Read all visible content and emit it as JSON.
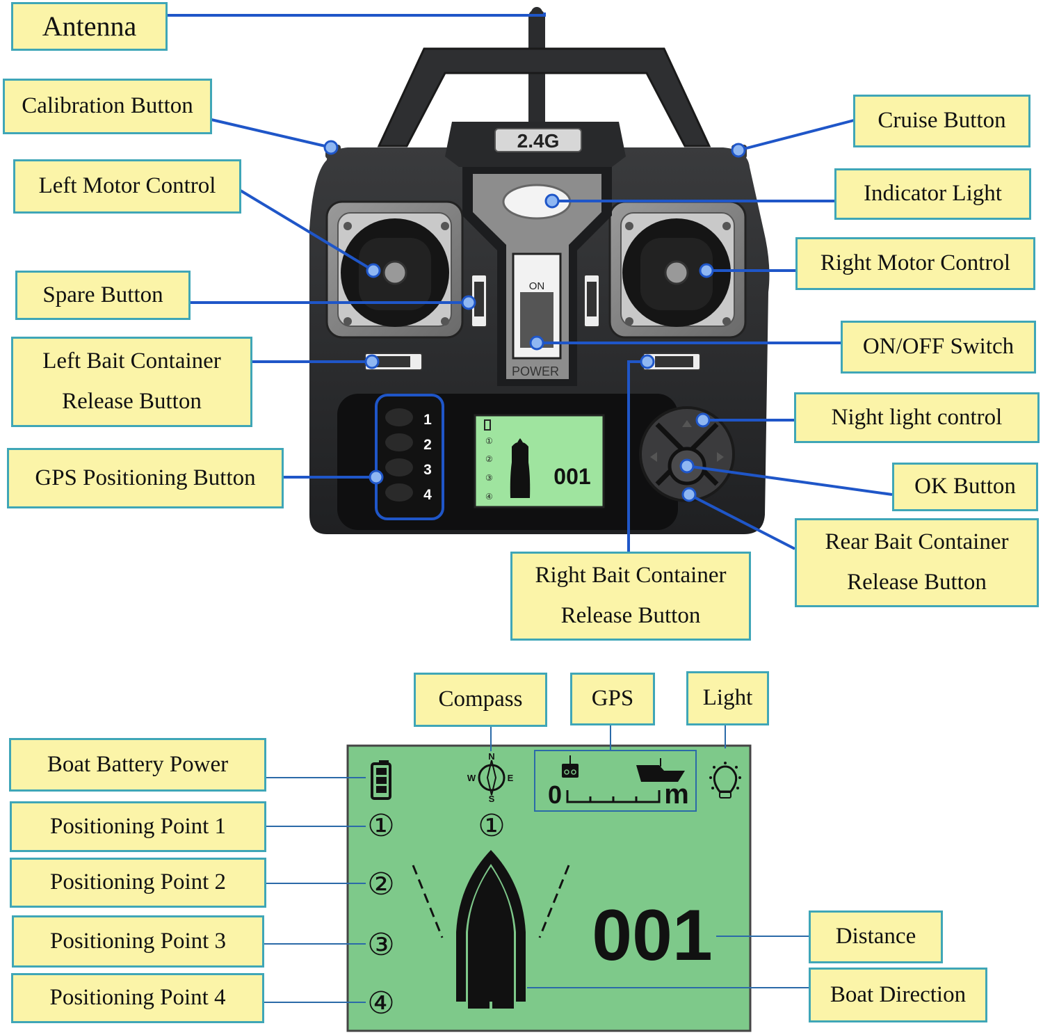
{
  "remote": {
    "band_badge": "2.4G",
    "switch_on": "ON",
    "switch_power": "POWER",
    "gps_numbers": [
      "1",
      "2",
      "3",
      "4"
    ],
    "mini_screen_distance": "001"
  },
  "callouts_top": {
    "antenna": "Antenna",
    "calibration_button": "Calibration Button",
    "left_motor_control": "Left Motor Control",
    "spare_button": "Spare Button",
    "left_bait_line1": "Left Bait Container",
    "left_bait_line2": "Release Button",
    "gps_positioning_button": "GPS Positioning Button",
    "cruise_button": "Cruise Button",
    "indicator_light": "Indicator Light",
    "right_motor_control": "Right Motor Control",
    "on_off_switch": "ON/OFF Switch",
    "night_light_control": "Night light control",
    "ok_button": "OK Button",
    "rear_bait_line1": "Rear Bait Container",
    "rear_bait_line2": "Release Button",
    "right_bait_line1": "Right Bait Container",
    "right_bait_line2": "Release Button"
  },
  "callouts_screen": {
    "compass": "Compass",
    "gps": "GPS",
    "light": "Light",
    "boat_battery_power": "Boat Battery Power",
    "positioning_point_1": "Positioning Point 1",
    "positioning_point_2": "Positioning Point 2",
    "positioning_point_3": "Positioning Point 3",
    "positioning_point_4": "Positioning Point 4",
    "distance": "Distance",
    "boat_direction": "Boat Direction"
  },
  "lcd": {
    "compass_n": "N",
    "compass_s": "S",
    "compass_w": "W",
    "compass_e": "E",
    "scale_zero": "0",
    "scale_unit": "m",
    "points": [
      "①",
      "②",
      "③",
      "④"
    ],
    "center_point": "①",
    "distance": "001"
  },
  "colors": {
    "label_fill": "#fbf4a8",
    "label_border": "#3fa6b7",
    "leader_line": "#1f56c8",
    "lcd_green": "#7ec98a"
  }
}
